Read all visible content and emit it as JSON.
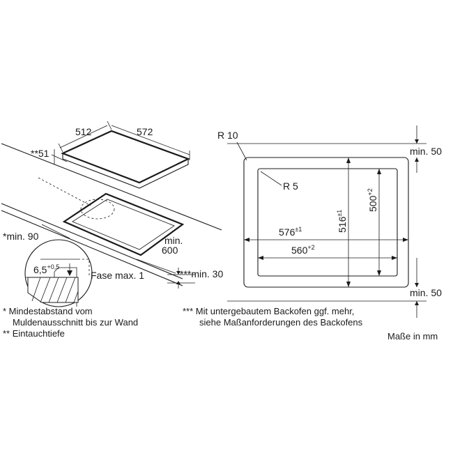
{
  "left": {
    "dim_width": "512",
    "dim_depth": "572",
    "dim_insertion": "**51",
    "dim_wall_distance": "*min. 90",
    "dim_front_min_label": "min.",
    "dim_front_min_value": "600",
    "dim_below": "***min. 30",
    "detail_depth_base": "6,5",
    "detail_depth_tol": "+0,5",
    "chamfer": "Fase max. 1"
  },
  "right": {
    "radius_outer": "R 10",
    "radius_inner": "R 5",
    "width_outer_base": "576",
    "width_outer_tol": "±1",
    "width_inner_base": "560",
    "width_inner_tol": "+2",
    "depth_outer_base": "516",
    "depth_outer_tol": "±1",
    "depth_inner_base": "500",
    "depth_inner_tol": "+2",
    "min_top": "min. 50",
    "min_bottom": "min. 50"
  },
  "notes": {
    "n1_line1": "*  Mindestabstand vom",
    "n1_line2": "Muldenausschnitt bis zur Wand",
    "n2": "** Eintauchtiefe",
    "n3_line1": "*** Mit untergebautem Backofen ggf. mehr,",
    "n3_line2": "siehe Maßanforderungen des Backofens",
    "units": "Maße in mm"
  }
}
